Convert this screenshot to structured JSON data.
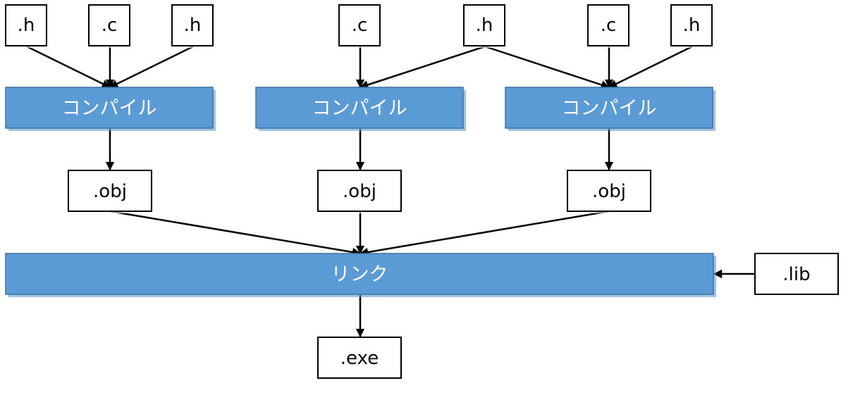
{
  "labels": {
    "header": ".h",
    "source": ".c",
    "compile": "コンパイル",
    "object": ".obj",
    "link": "リンク",
    "library": ".lib",
    "executable": ".exe"
  },
  "colors": {
    "process_fill": "#5b9bd5",
    "process_border": "#41719c",
    "process_text": "#ffffff",
    "file_fill": "#ffffff",
    "file_border": "#000000",
    "edge": "#000000"
  }
}
